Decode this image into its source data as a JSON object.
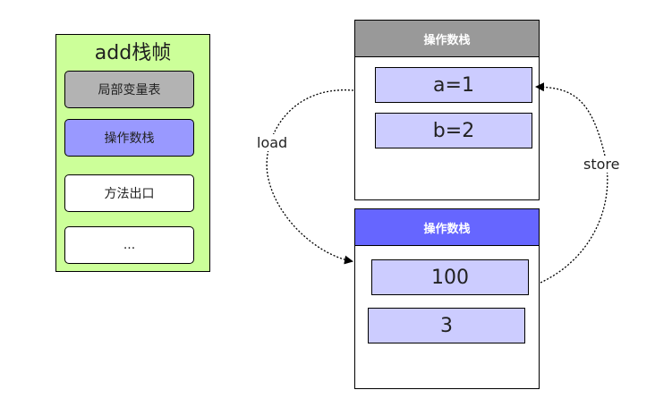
{
  "frame": {
    "title": "add栈帧",
    "slots": [
      "局部变量表",
      "操作数栈",
      "方法出口",
      "..."
    ]
  },
  "stack_top": {
    "title": "操作数栈",
    "header_color": "#999999",
    "cells": [
      "a=1",
      "b=2"
    ]
  },
  "stack_bottom": {
    "title": "操作数栈",
    "header_color": "#6666ff",
    "cells": [
      "100",
      "3"
    ]
  },
  "arrows": {
    "left_label": "load",
    "right_label": "store"
  }
}
